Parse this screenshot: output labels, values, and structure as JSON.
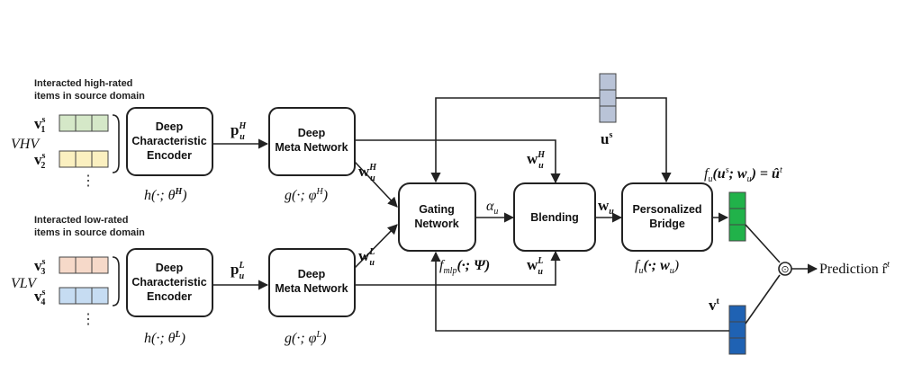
{
  "source_labels": {
    "high_line1": "Interacted high-rated",
    "high_line2": "items in source domain",
    "low_line1": "Interacted low-rated",
    "low_line2": "items in source domain"
  },
  "inputs": {
    "v1": "v",
    "v1_sup": "s",
    "v1_sub": "1",
    "v2": "v",
    "v2_sup": "s",
    "v2_sub": "2",
    "v3": "v",
    "v3_sup": "s",
    "v3_sub": "3",
    "v4": "v",
    "v4_sup": "s",
    "v4_sub": "4",
    "vhv": "VHV",
    "vlv": "VLV",
    "dots": "⋮"
  },
  "blocks": {
    "encoder_h_line1": "Deep",
    "encoder_h_line2": "Characteristic",
    "encoder_h_line3": "Encoder",
    "encoder_l_line1": "Deep",
    "encoder_l_line2": "Characteristic",
    "encoder_l_line3": "Encoder",
    "meta_h_line1": "Deep",
    "meta_h_line2": "Meta Network",
    "meta_l_line1": "Deep",
    "meta_l_line2": "Meta Network",
    "gating_line1": "Gating",
    "gating_line2": "Network",
    "blending": "Blending",
    "bridge_line1": "Personalized",
    "bridge_line2": "Bridge"
  },
  "functions": {
    "h_high": "h(·; θ",
    "h_high_sup": "H",
    "h_low": "h(·; θ",
    "h_low_sup": "L",
    "g_high": "g(·; φ",
    "g_high_sup": "H",
    "g_low": "g(·; φ",
    "g_low_sup": "L",
    "fmlp": "f",
    "fmlp_sub": "mlp",
    "fmlp_args": "(·; Ψ)",
    "fu": "f",
    "fu_sub": "u",
    "fu_args": "(·; w",
    "fu_args_sub": "u",
    "fu_close": ")"
  },
  "variables": {
    "p_h": "p",
    "p_h_sub": "u",
    "p_h_sup": "H",
    "p_l": "p",
    "p_l_sub": "u",
    "p_l_sup": "L",
    "w_h": "w",
    "w_h_sub": "u",
    "w_h_sup": "H",
    "w_l": "w",
    "w_l_sub": "u",
    "w_l_sup": "L",
    "w_h2": "w",
    "w_h2_sub": "u",
    "w_h2_sup": "H",
    "w_l2": "w",
    "w_l2_sub": "u",
    "w_l2_sup": "L",
    "alpha": "α",
    "alpha_sub": "u",
    "wu": "w",
    "wu_sub": "u",
    "us": "u",
    "us_sup": "s",
    "vt": "v",
    "vt_sup": "t",
    "output_eq_f": "f",
    "output_eq_sub": "u",
    "output_eq_mid": "(u",
    "output_eq_mid_sup": "s",
    "output_eq_w": "; w",
    "output_eq_w_sub": "u",
    "output_eq_end": ") = û",
    "output_eq_end_sup": "t"
  },
  "prediction": {
    "label": "Prediction r̂",
    "label_sup": "t",
    "dot_operator": "⊙"
  },
  "colors": {
    "green_item": "#d5e8c8",
    "yellow_item": "#fbf0c0",
    "orange_item": "#f6d9c9",
    "blue_item": "#c6dcf2",
    "user_source": "#b9c3d7",
    "user_target": "#21b24a",
    "item_target": "#1f62b3"
  }
}
